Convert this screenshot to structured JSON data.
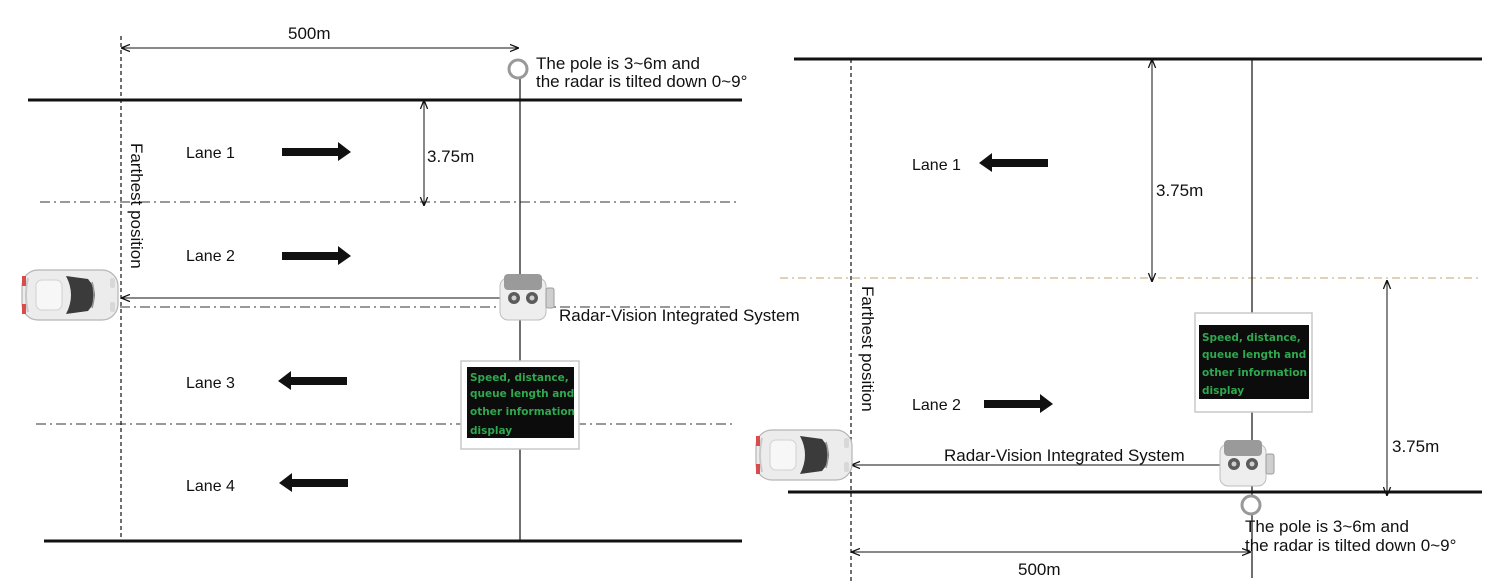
{
  "left_panel": {
    "distance_label": "500m",
    "pole_note_line1": "The pole is 3~6m and",
    "pole_note_line2": "the radar is tilted down 0~9°",
    "farthest_label": "Farthest position",
    "lane_width_label": "3.75m",
    "system_label": "Radar-Vision Integrated System",
    "lanes": [
      {
        "label": "Lane 1",
        "direction": "right"
      },
      {
        "label": "Lane 2",
        "direction": "right"
      },
      {
        "label": "Lane 3",
        "direction": "left"
      },
      {
        "label": "Lane 4",
        "direction": "left"
      }
    ],
    "display_lines": [
      "Speed, distance,",
      "queue length and",
      "other information",
      "display"
    ]
  },
  "right_panel": {
    "distance_label": "500m",
    "pole_note_line1": "The pole is 3~6m and",
    "pole_note_line2": "the radar is tilted down 0~9°",
    "farthest_label": "Farthest position",
    "lane_width_label_top": "3.75m",
    "lane_width_label_bottom": "3.75m",
    "system_label": "Radar-Vision Integrated System",
    "lanes": [
      {
        "label": "Lane 1",
        "direction": "left"
      },
      {
        "label": "Lane 2",
        "direction": "right"
      }
    ],
    "display_lines": [
      "Speed, distance,",
      "queue length and",
      "other information",
      "display"
    ]
  },
  "colors": {
    "line": "#111111",
    "divider_right": "#c8a070",
    "display_bg": "#0c0c0c",
    "display_text": "#2fa84f",
    "car_body": "#e9e9e9",
    "car_glass": "#3a3a3a"
  }
}
